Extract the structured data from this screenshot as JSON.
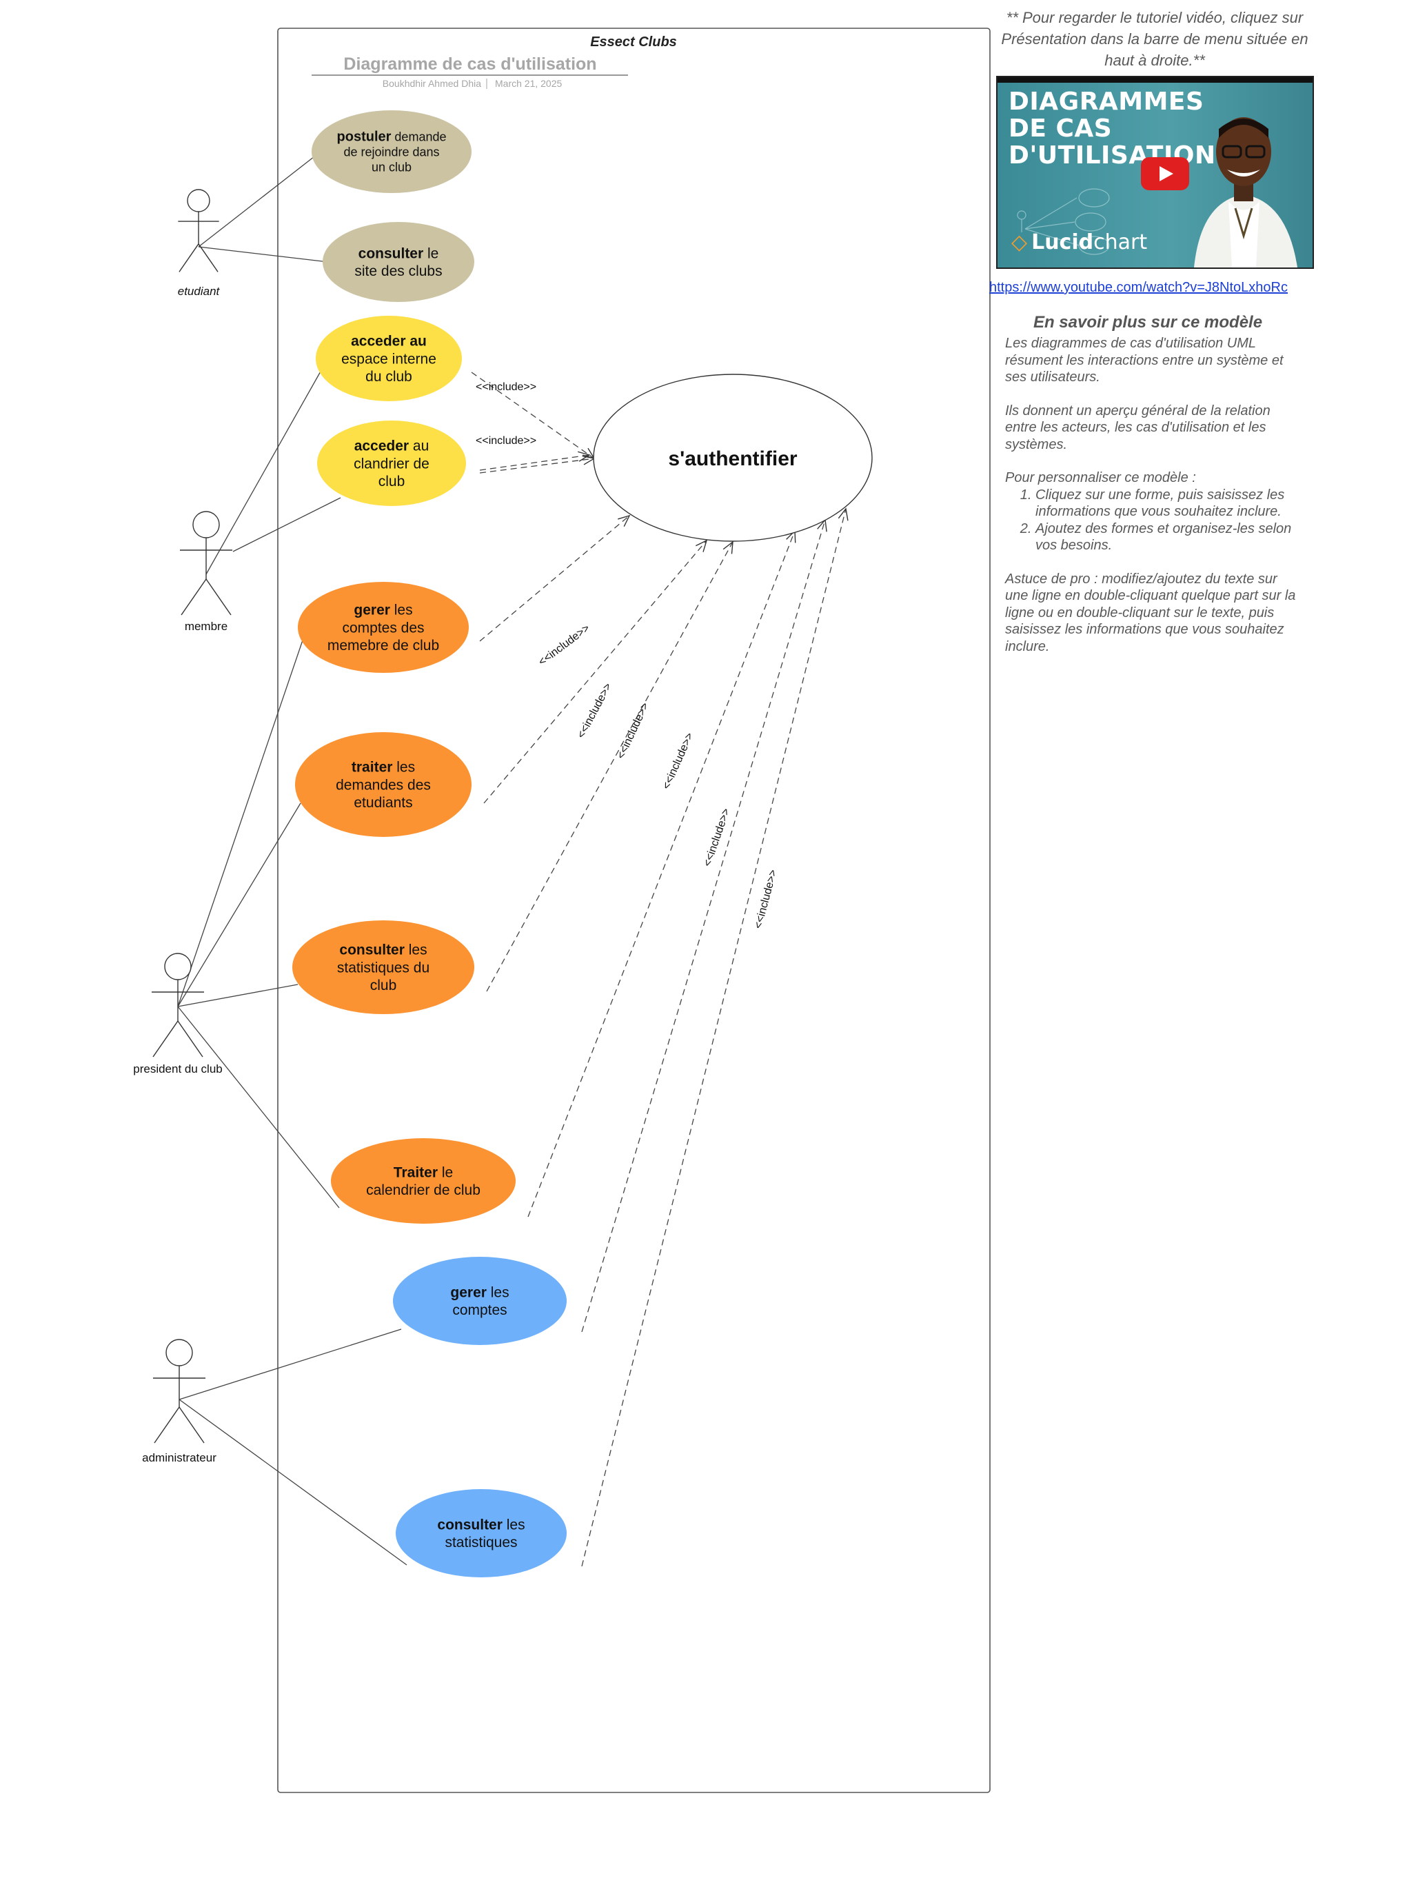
{
  "header": {
    "system_name": "Essect  Clubs",
    "diagram_title": "Diagramme de cas d'utilisation",
    "author": "Boukhdhir Ahmed Dhia",
    "date": "March 21, 2025"
  },
  "actors": [
    {
      "id": "etudiant",
      "label": "etudiant"
    },
    {
      "id": "membre",
      "label": "membre"
    },
    {
      "id": "president",
      "label": "president du club"
    },
    {
      "id": "admin",
      "label": "administrateur"
    }
  ],
  "use_cases": [
    {
      "id": "postuler",
      "bold": "postuler",
      "lines": [
        "postuler demande",
        "de rejoindre  dans",
        "un club"
      ],
      "color": "#cbc3a2"
    },
    {
      "id": "consulter-site",
      "bold": "consulter",
      "lines": [
        "consulter le",
        "site des clubs"
      ],
      "color": "#cbc3a2"
    },
    {
      "id": "acceder-espace",
      "bold": "acceder au",
      "lines": [
        "acceder au",
        "espace interne",
        "du club"
      ],
      "color": "#fde047"
    },
    {
      "id": "acceder-calendrier",
      "bold": "acceder",
      "lines": [
        "acceder au",
        "clandrier de",
        "club"
      ],
      "color": "#fde047"
    },
    {
      "id": "gerer-comptes-membre",
      "bold": "gerer",
      "lines": [
        "gerer les",
        "comptes des",
        "memebre de club"
      ],
      "color": "#fb9332"
    },
    {
      "id": "traiter-demandes",
      "bold": "traiter",
      "lines": [
        "traiter les",
        "demandes des",
        "etudiants"
      ],
      "color": "#fb9332"
    },
    {
      "id": "consulter-stats-club",
      "bold": "consulter",
      "lines": [
        "consulter les",
        "statistiques du",
        "club"
      ],
      "color": "#fb9332"
    },
    {
      "id": "traiter-calendrier",
      "bold": "Traiter",
      "lines": [
        "Traiter  le",
        "calendrier de club"
      ],
      "color": "#fb9332"
    },
    {
      "id": "gerer-comptes",
      "bold": "gerer",
      "lines": [
        "gerer les",
        "comptes"
      ],
      "color": "#6fb0fb"
    },
    {
      "id": "consulter-stats",
      "bold": "consulter",
      "lines": [
        "consulter les",
        "statistiques"
      ],
      "color": "#6fb0fb"
    }
  ],
  "auth": {
    "label": "s'authentifier"
  },
  "include_label": "<<include>>",
  "sidebar": {
    "tutorial_note": "** Pour regarder le tutoriel vidéo, cliquez sur Présentation dans la barre de menu située en haut à droite.**",
    "thumbnail": {
      "title_lines": [
        "DIAGRAMMES",
        "DE CAS",
        "D'UTILISATION"
      ],
      "logo_bold": "Lucid",
      "logo_light": "chart",
      "play_icon": "youtube-play-icon"
    },
    "link": "https://www.youtube.com/watch?v=J8NtoLxhoRc",
    "about_title": "En savoir plus sur ce modèle",
    "about_paragraphs": [
      "Les diagrammes de cas d'utilisation UML résument les interactions entre un système et ses utilisateurs.",
      "Ils donnent un aperçu général de la relation entre les acteurs, les cas d'utilisation et les systèmes.",
      "Pour personnaliser ce modèle :"
    ],
    "steps": [
      "Cliquez sur une forme, puis saisissez les informations que vous souhaitez inclure.",
      "Ajoutez des formes et organisez-les selon vos besoins."
    ],
    "tip": "Astuce de pro : modifiez/ajoutez du texte sur une ligne en double-cliquant quelque part sur la ligne ou en double-cliquant sur le texte, puis saisissez les informations que vous souhaitez inclure."
  }
}
